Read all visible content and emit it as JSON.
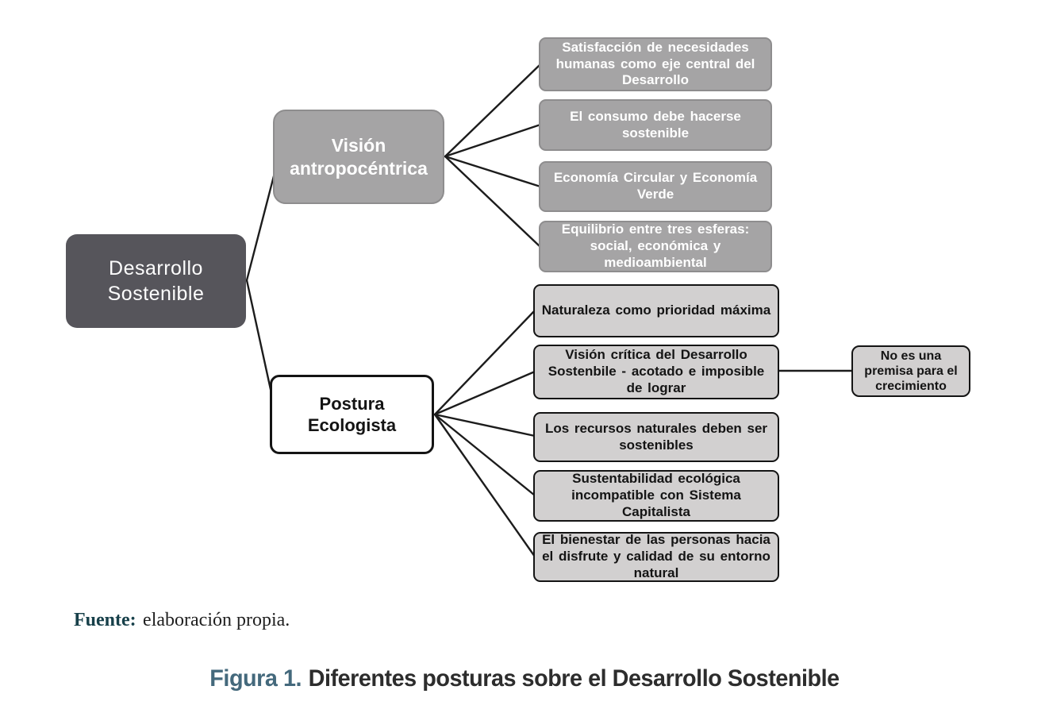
{
  "diagram": {
    "root": {
      "label": "Desarrollo Sostenible"
    },
    "branches": [
      {
        "label": "Visión antropocéntrica",
        "children": [
          "Satisfacción de necesidades humanas como eje central del Desarrollo",
          "El consumo debe hacerse sostenible",
          "Economía Circular y Economía Verde",
          "Equilibrio entre tres esferas: social, económica y medioambiental"
        ]
      },
      {
        "label": "Postura Ecologista",
        "children": [
          "Naturaleza como prioridad máxima",
          "Visión crítica del Desarrollo Sostenbile - acotado e imposible de lograr",
          "Los recursos naturales deben ser sostenibles",
          "Sustentabilidad ecológica incompatible con Sistema Capitalista",
          "El bienestar de las personas hacia el disfrute y calidad de su entorno natural"
        ]
      }
    ],
    "leaf": {
      "label": "No es una premisa para el crecimiento"
    }
  },
  "caption": {
    "source_label": "Fuente:",
    "source_text": "elaboración propia."
  },
  "figure": {
    "number": "Figura 1.",
    "title": "Diferentes posturas sobre el Desarrollo Sostenible"
  },
  "colors": {
    "root-fill": "#56555b",
    "gray-fill": "#a5a4a5",
    "gray-border": "#8e8d8e",
    "light-fill": "#d2d0d0",
    "line-color": "#1c1c1c",
    "source-accent": "#17404a",
    "figure-accent": "#44697c",
    "ink": "#2d2d2d"
  }
}
